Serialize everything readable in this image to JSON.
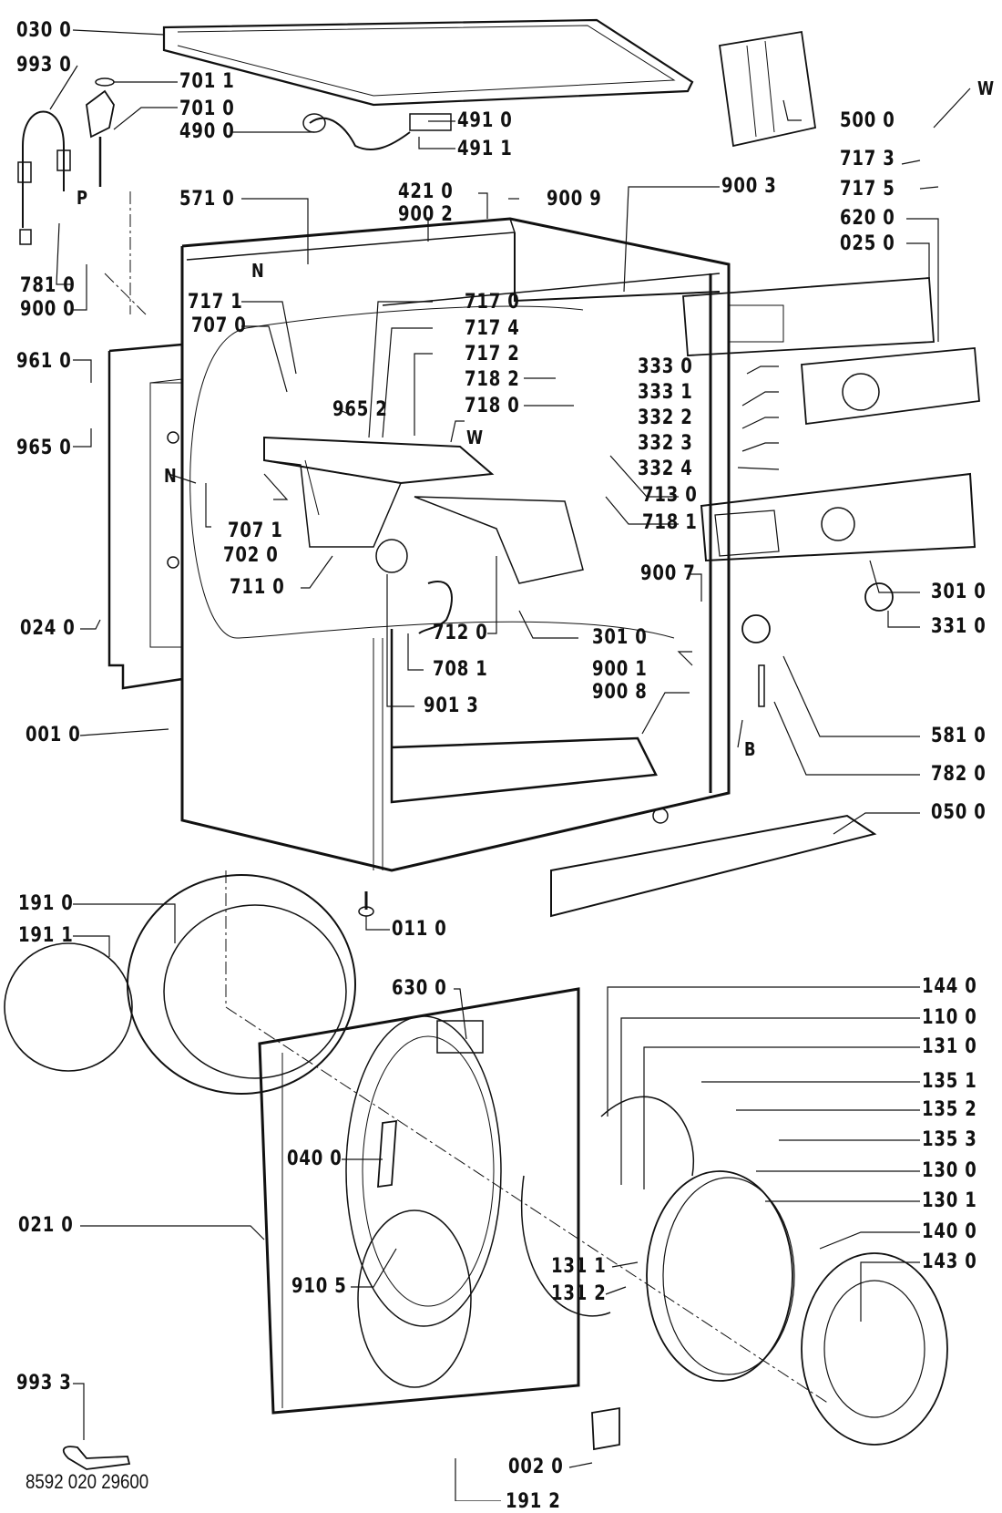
{
  "document_number": "8592 020 29600",
  "labels": [
    {
      "id": "030 0"
    },
    {
      "id": "993 0"
    },
    {
      "id": "701 1"
    },
    {
      "id": "701 0"
    },
    {
      "id": "490 0"
    },
    {
      "id": "491 0"
    },
    {
      "id": "491 1"
    },
    {
      "id": "500 0"
    },
    {
      "id": "W"
    },
    {
      "id": "717 3"
    },
    {
      "id": "717 5"
    },
    {
      "id": "620 0"
    },
    {
      "id": "025 0"
    },
    {
      "id": "421 0"
    },
    {
      "id": "900 2"
    },
    {
      "id": "900 9"
    },
    {
      "id": "900 3"
    },
    {
      "id": "571 0"
    },
    {
      "id": "P"
    },
    {
      "id": "N"
    },
    {
      "id": "781 0"
    },
    {
      "id": "900 0"
    },
    {
      "id": "717 1"
    },
    {
      "id": "707 0"
    },
    {
      "id": "717 0"
    },
    {
      "id": "717 4"
    },
    {
      "id": "717 2"
    },
    {
      "id": "718 2"
    },
    {
      "id": "718 0"
    },
    {
      "id": "961 0"
    },
    {
      "id": "965 2"
    },
    {
      "id": "W"
    },
    {
      "id": "965 0"
    },
    {
      "id": "N"
    },
    {
      "id": "333 0"
    },
    {
      "id": "333 1"
    },
    {
      "id": "332 2"
    },
    {
      "id": "332 3"
    },
    {
      "id": "332 4"
    },
    {
      "id": "713 0"
    },
    {
      "id": "718 1"
    },
    {
      "id": "707 1"
    },
    {
      "id": "702 0"
    },
    {
      "id": "711 0"
    },
    {
      "id": "301 0"
    },
    {
      "id": "331 0"
    },
    {
      "id": "900 7"
    },
    {
      "id": "024 0"
    },
    {
      "id": "712 0"
    },
    {
      "id": "301 0"
    },
    {
      "id": "708 1"
    },
    {
      "id": "900 1"
    },
    {
      "id": "901 3"
    },
    {
      "id": "900 8"
    },
    {
      "id": "581 0"
    },
    {
      "id": "B"
    },
    {
      "id": "001 0"
    },
    {
      "id": "782 0"
    },
    {
      "id": "050 0"
    },
    {
      "id": "191 0"
    },
    {
      "id": "011 0"
    },
    {
      "id": "191 1"
    },
    {
      "id": "630 0"
    },
    {
      "id": "144 0"
    },
    {
      "id": "110 0"
    },
    {
      "id": "131 0"
    },
    {
      "id": "135 1"
    },
    {
      "id": "135 2"
    },
    {
      "id": "135 3"
    },
    {
      "id": "130 0"
    },
    {
      "id": "130 1"
    },
    {
      "id": "040 0"
    },
    {
      "id": "140 0"
    },
    {
      "id": "021 0"
    },
    {
      "id": "910 5"
    },
    {
      "id": "131 1"
    },
    {
      "id": "131 2"
    },
    {
      "id": "143 0"
    },
    {
      "id": "993 3"
    },
    {
      "id": "002 0"
    },
    {
      "id": "191 2"
    }
  ]
}
